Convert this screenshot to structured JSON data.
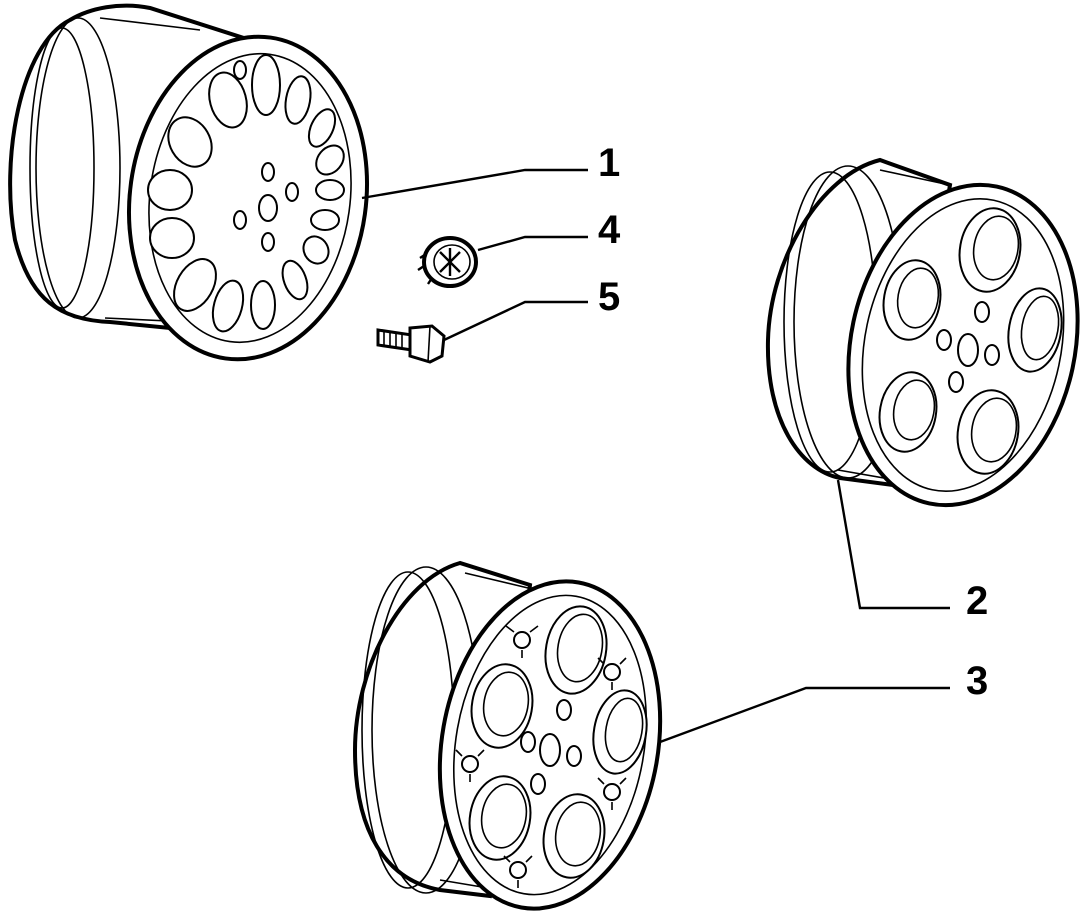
{
  "diagram": {
    "colors": {
      "line": "#000000",
      "background": "#ffffff"
    },
    "parts": [
      {
        "id": "part-1",
        "label": "1",
        "kind": "wheel-rim-multi-spoke"
      },
      {
        "id": "part-2",
        "label": "2",
        "kind": "wheel-rim-five-hole"
      },
      {
        "id": "part-3",
        "label": "3",
        "kind": "wheel-rim-five-hole-trefoil"
      },
      {
        "id": "part-4",
        "label": "4",
        "kind": "hub-cap"
      },
      {
        "id": "part-5",
        "label": "5",
        "kind": "wheel-bolt"
      }
    ]
  }
}
